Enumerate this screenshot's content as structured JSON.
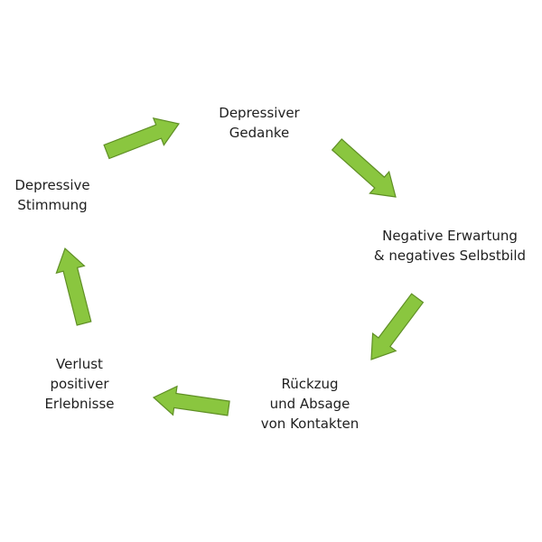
{
  "diagram": {
    "nodes": [
      {
        "id": "depressiver-gedanke",
        "lines": [
          "Depressiver",
          "Gedanke"
        ]
      },
      {
        "id": "negative-erwartung",
        "lines": [
          "Negative Erwartung",
          "& negatives Selbstbild"
        ]
      },
      {
        "id": "rueckzug",
        "lines": [
          "Rückzug",
          "und Absage",
          "von Kontakten"
        ]
      },
      {
        "id": "verlust-erlebnisse",
        "lines": [
          "Verlust",
          "positiver",
          "Erlebnisse"
        ]
      },
      {
        "id": "depressive-stimmung",
        "lines": [
          "Depressive",
          "Stimmung"
        ]
      }
    ],
    "arrow_fill": "#8ac63f",
    "arrow_stroke": "#5f8f25",
    "text_color": "#1f1f1f"
  }
}
